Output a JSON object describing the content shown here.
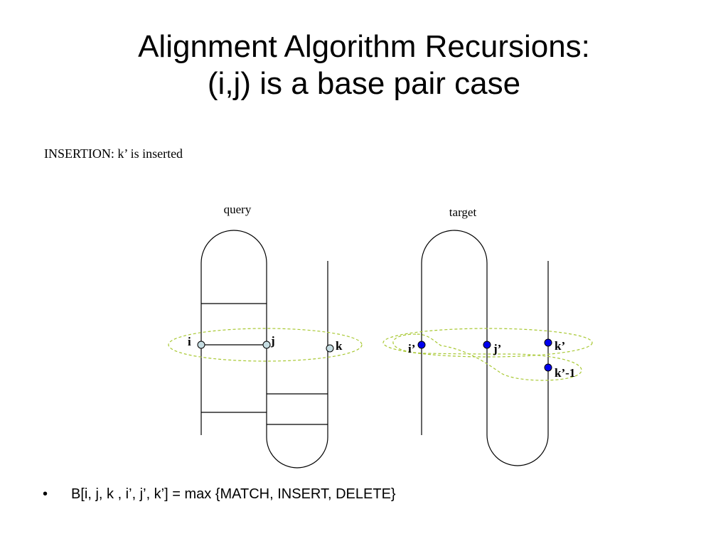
{
  "slide": {
    "title_line1": "Alignment Algorithm Recursions:",
    "title_line2": "(i,j) is a base pair case",
    "subtitle": "INSERTION: k’ is inserted"
  },
  "diagram": {
    "query_label": "query",
    "target_label": "target",
    "query_points": {
      "i": "i",
      "j": "j",
      "k": "k"
    },
    "target_points": {
      "i": "i’",
      "j": "j’",
      "k": "k’",
      "k_minus_1": "k’-1"
    },
    "colors": {
      "query_node": "#c6dde2",
      "target_node": "#0000ee",
      "highlight_dash": "#a8c832",
      "stroke": "#000000"
    }
  },
  "bullets": [
    {
      "marker": "•",
      "text": "B[i, j, k , i’, j’, k’] = max {MATCH, INSERT, DELETE}"
    }
  ]
}
